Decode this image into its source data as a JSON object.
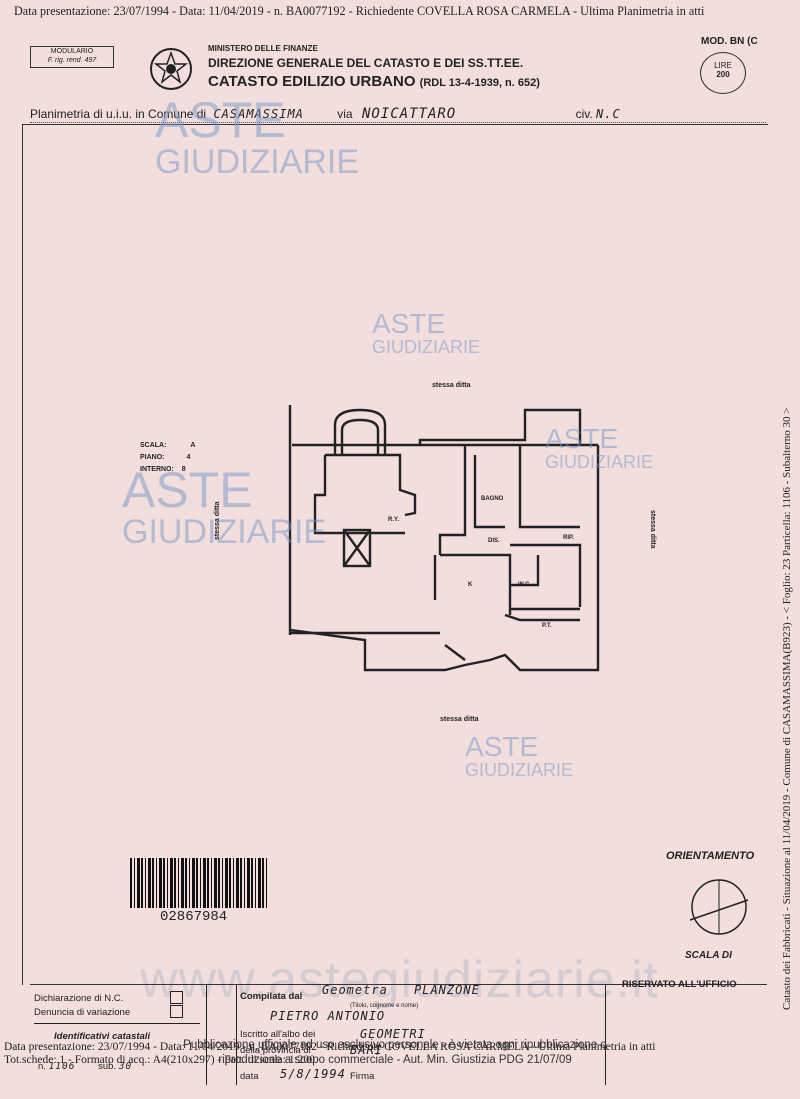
{
  "header": {
    "line": "Data presentazione: 23/07/1994 - Data: 11/04/2019 -  n. BA0077192 - Richiedente COVELLA ROSA CARMELA - Ultima Planimetria in atti",
    "modulario_top": "MODULARIO",
    "modulario_bottom": "F. rig. rend. 497",
    "ministry": "MINISTERO DELLE FINANZE",
    "direction": "DIREZIONE GENERALE DEL CATASTO E DEI SS.TT.EE.",
    "catasto": "CATASTO EDILIZIO URBANO",
    "rdl": "(RDL 13-4-1939, n. 652)",
    "mod": "MOD. BN (C",
    "lire_label": "LIRE",
    "lire_value": "200"
  },
  "planimetria": {
    "prefix": "Planimetria di u.i.u. in Comune di",
    "comune": "CASAMASSIMA",
    "via_label": "via",
    "via": "NOICATTARO",
    "civ_label": "civ.",
    "civ": "N.C"
  },
  "plan": {
    "top_label": "stessa ditta",
    "bottom_label": "stessa ditta",
    "left_label": "stessa ditta",
    "right_label": "stessa ditta",
    "scala_label": "SCALA:",
    "scala_value": "A",
    "piano_label": "PIANO:",
    "piano_value": "4",
    "interno_label": "INTERNO:",
    "interno_value": "8",
    "rooms": [
      "BAGNO",
      "DIS.",
      "RIP.",
      "K",
      "W.C.",
      "R.Y.",
      "P.T."
    ]
  },
  "watermark": {
    "brand_top": "ASTE",
    "brand_bottom": "GIUDIZIARIE",
    "url": "www.astegiudiziarie.it"
  },
  "side_text": "Catasto dei Fabbricati - Situazione al 11/04/2019 - Comune di CASAMASSIMA(B923) - < Foglio: 23 Particella: 1106 - Subalterno 30 >",
  "barcode_number": "02867984",
  "orientamento": "ORIENTAMENTO",
  "scala_di": "SCALA DI",
  "form": {
    "dichiarazione": "Dichiarazione di N.C.",
    "denuncia": "Denuncia di variazione",
    "identificativi": "Identificativi catastali",
    "n_label": "n.",
    "n_value": "1106",
    "sub_label": "sub.",
    "sub_value": "30",
    "compilata": "Compilata dal",
    "compilatore_title": "Geometra",
    "compilatore_name": "PIETRO ANTONIO",
    "compilatore_surname": "PLANZONE",
    "titolo": "(Titolo, cognome e nome)",
    "iscritto": "Iscritto all'albo dei",
    "albo": "GEOMETRI",
    "provincia": "della provincia di",
    "provincia_value": "BARI",
    "data_label": "data",
    "data_value": "5/8/1994",
    "firma": "Firma",
    "riservato": "RISERVATO ALL'UFFICIO"
  },
  "footer": {
    "line1": "Data presentazione: 23/07/1994 - Data: 11/04/2019 - n. BA0077192 - Richiedente COVELLA ROSA CARMELA - Ultima Planimetria in atti",
    "line2": "Tot.schede: 1 - Formato di acq.: A4(210x297) - Fatt. di scala: 1:200",
    "notice": "Pubblicazione ufficiale ad uso esclusivo personale - è vietata ogni ripubblicazione o riproduzione a scopo commerciale - Aut. Min. Giustizia PDG 21/07/09"
  }
}
